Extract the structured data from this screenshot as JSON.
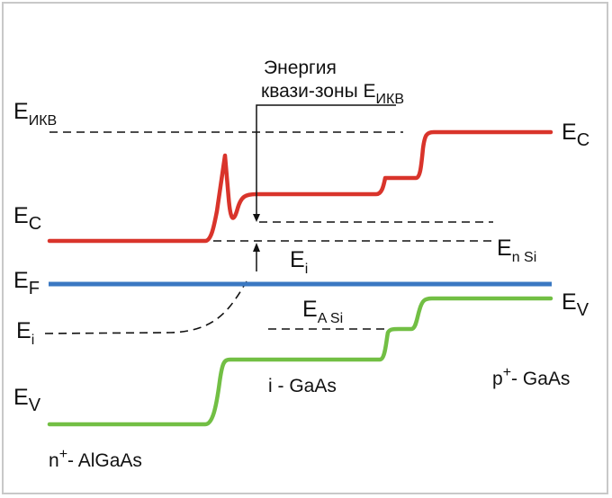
{
  "colors": {
    "conduction_band": "#d9342b",
    "valence_band": "#72bf44",
    "fermi_level": "#3a78c2",
    "dashed_lines": "#111111",
    "frame_border": "#c8c8c8"
  },
  "labels": {
    "e_ikv_left": {
      "main": "E",
      "sub": "ИКВ"
    },
    "annotation": {
      "line1": "Энергия",
      "line2_text": "квази-зоны E",
      "line2_sub": "ИКВ"
    },
    "e_c_left": {
      "main": "E",
      "sub": "C"
    },
    "e_c_right": {
      "main": "E",
      "sub": "C"
    },
    "e_f": {
      "main": "E",
      "sub": "F"
    },
    "e_i_left": {
      "main": "E",
      "sub": "i"
    },
    "e_i_mid": {
      "main": "E",
      "sub": "i"
    },
    "e_n_si": {
      "main": "E",
      "sub": "n Si"
    },
    "e_a_si": {
      "main": "E",
      "sub": "A Si"
    },
    "e_v_left": {
      "main": "E",
      "sub": "V"
    },
    "e_v_right": {
      "main": "E",
      "sub": "V"
    },
    "region_i_gaas": "i - GaAs",
    "region_p_gaas": {
      "pre": "p",
      "sup": "+",
      "post": "- GaAs"
    },
    "region_n_algaas": {
      "pre": "n",
      "sup": "+",
      "post": "- AlGaAs"
    }
  }
}
